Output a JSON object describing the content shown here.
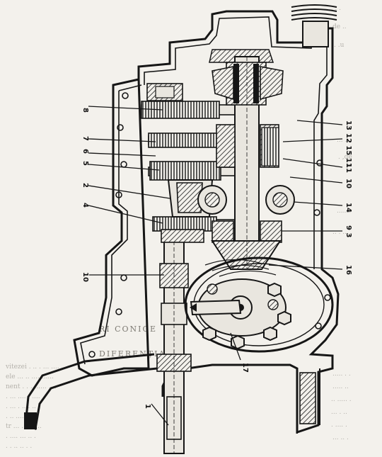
{
  "diagram": {
    "callouts": [
      {
        "id": "c1",
        "text": "8"
      },
      {
        "id": "c2",
        "text": "7"
      },
      {
        "id": "c3",
        "text": "6"
      },
      {
        "id": "c4",
        "text": "5"
      },
      {
        "id": "c5",
        "text": "2"
      },
      {
        "id": "c6",
        "text": "4"
      },
      {
        "id": "c7",
        "text": "10"
      },
      {
        "id": "c8",
        "text": "1"
      },
      {
        "id": "c9",
        "text": "13"
      },
      {
        "id": "c10",
        "text": "12 15 11"
      },
      {
        "id": "c11",
        "text": "11"
      },
      {
        "id": "c12",
        "text": "10"
      },
      {
        "id": "c13",
        "text": "14"
      },
      {
        "id": "c14",
        "text": "9 3"
      },
      {
        "id": "c15",
        "text": "16"
      },
      {
        "id": "c16",
        "text": "17"
      }
    ],
    "background_heading_1": "RI CONICE",
    "background_heading_2": "DIFERENȚIALUL"
  },
  "colors": {
    "ink": "#161616",
    "paper": "#f3f1ec"
  }
}
